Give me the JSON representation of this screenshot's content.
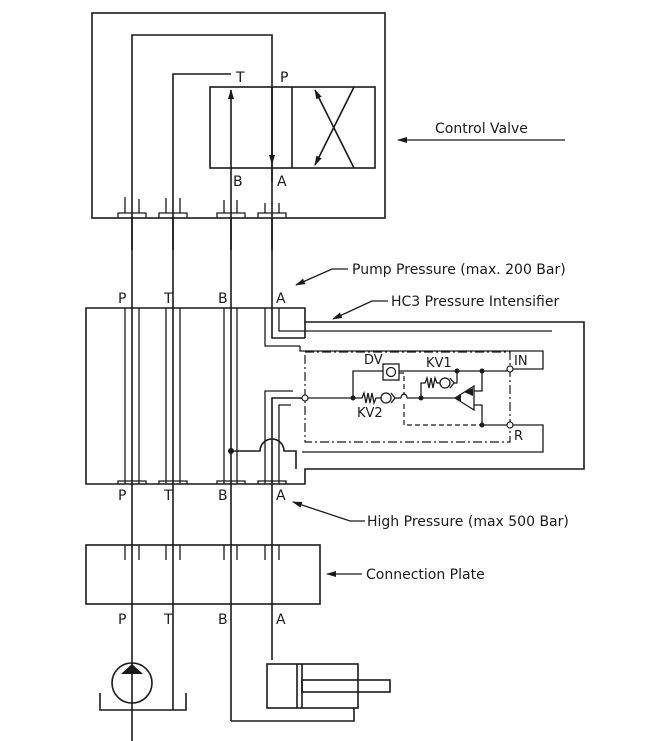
{
  "labels": {
    "control_valve": "Control Valve",
    "pump_pressure": "Pump Pressure (max. 200 Bar)",
    "intensifier": "HC3 Pressure Intensifier",
    "high_pressure": "High Pressure (max 500 Bar)",
    "connection_plate": "Connection Plate"
  },
  "valve_ports": {
    "t": "T",
    "p": "P",
    "b": "B",
    "a": "A"
  },
  "block_ports_top": [
    "P",
    "T",
    "B",
    "A"
  ],
  "block_ports_bottom": [
    "P",
    "T",
    "B",
    "A"
  ],
  "plate_ports": [
    "P",
    "T",
    "B",
    "A"
  ],
  "intensifier_parts": {
    "dv": "DV",
    "kv1": "KV1",
    "kv2": "KV2",
    "in": "IN",
    "r": "R"
  }
}
